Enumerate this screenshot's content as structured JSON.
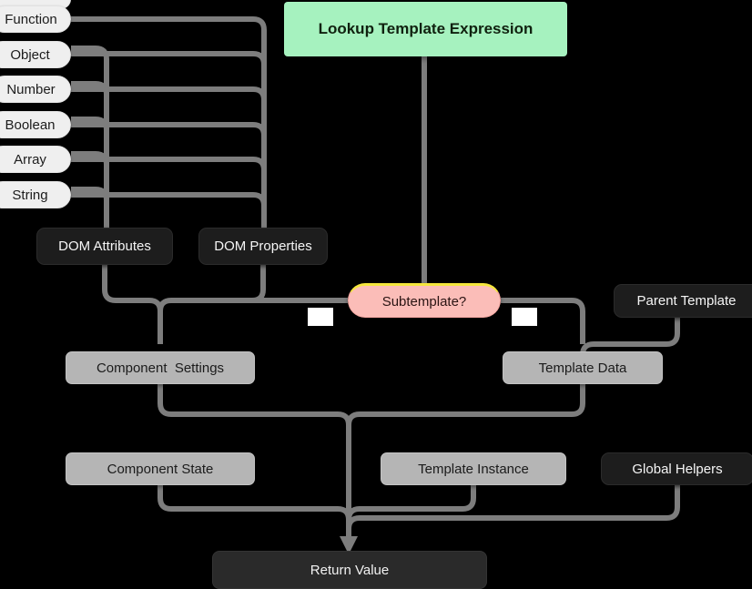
{
  "diagram": {
    "title": "Lookup Template Expression",
    "type": "flowchart",
    "background_color": "#000000",
    "edge_color": "#7d7d7d",
    "colors": {
      "accent_green": "#a6f2bf",
      "decision_pink": "#fbbdb8",
      "decision_border_yellow": "#f5e63d",
      "light_pill": "#efefef",
      "mid_gray": "#b5b5b5",
      "dark_box": "#1d1d1d"
    },
    "nodes": {
      "root": {
        "label": "Lookup Template Expression"
      },
      "types": [
        {
          "label": "Function"
        },
        {
          "label": "Object"
        },
        {
          "label": "Number"
        },
        {
          "label": "Boolean"
        },
        {
          "label": "Array"
        },
        {
          "label": "String"
        }
      ],
      "dom_attributes": {
        "label": "DOM Attributes"
      },
      "dom_properties": {
        "label": "DOM Properties"
      },
      "subtemplate": {
        "label": "Subtemplate?"
      },
      "parent_template": {
        "label": "Parent Template"
      },
      "component_settings": {
        "label": "Component  Settings"
      },
      "template_data": {
        "label": "Template Data"
      },
      "component_state": {
        "label": "Component State"
      },
      "template_instance": {
        "label": "Template Instance"
      },
      "global_helpers": {
        "label": "Global Helpers"
      },
      "return_value": {
        "label": "Return Value"
      }
    },
    "edge_labels": {
      "yes": "",
      "no": ""
    }
  }
}
